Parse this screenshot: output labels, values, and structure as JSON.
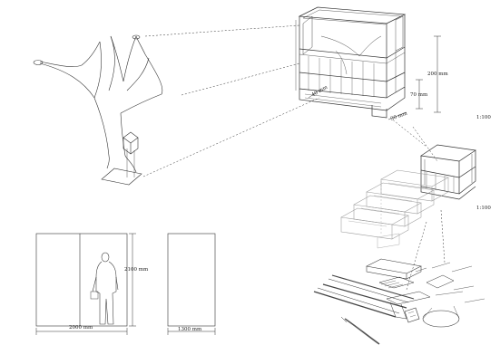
{
  "labels": {
    "dim_200": "200 mm",
    "dim_70": "70 mm",
    "dim_40": "40 mm",
    "dim_30": "30 mm",
    "scale_top": "1:100",
    "scale_mid": "1:100",
    "dim_2100": "2100 mm",
    "dim_2000": "2000 mm",
    "dim_1300": "1300 mm"
  }
}
